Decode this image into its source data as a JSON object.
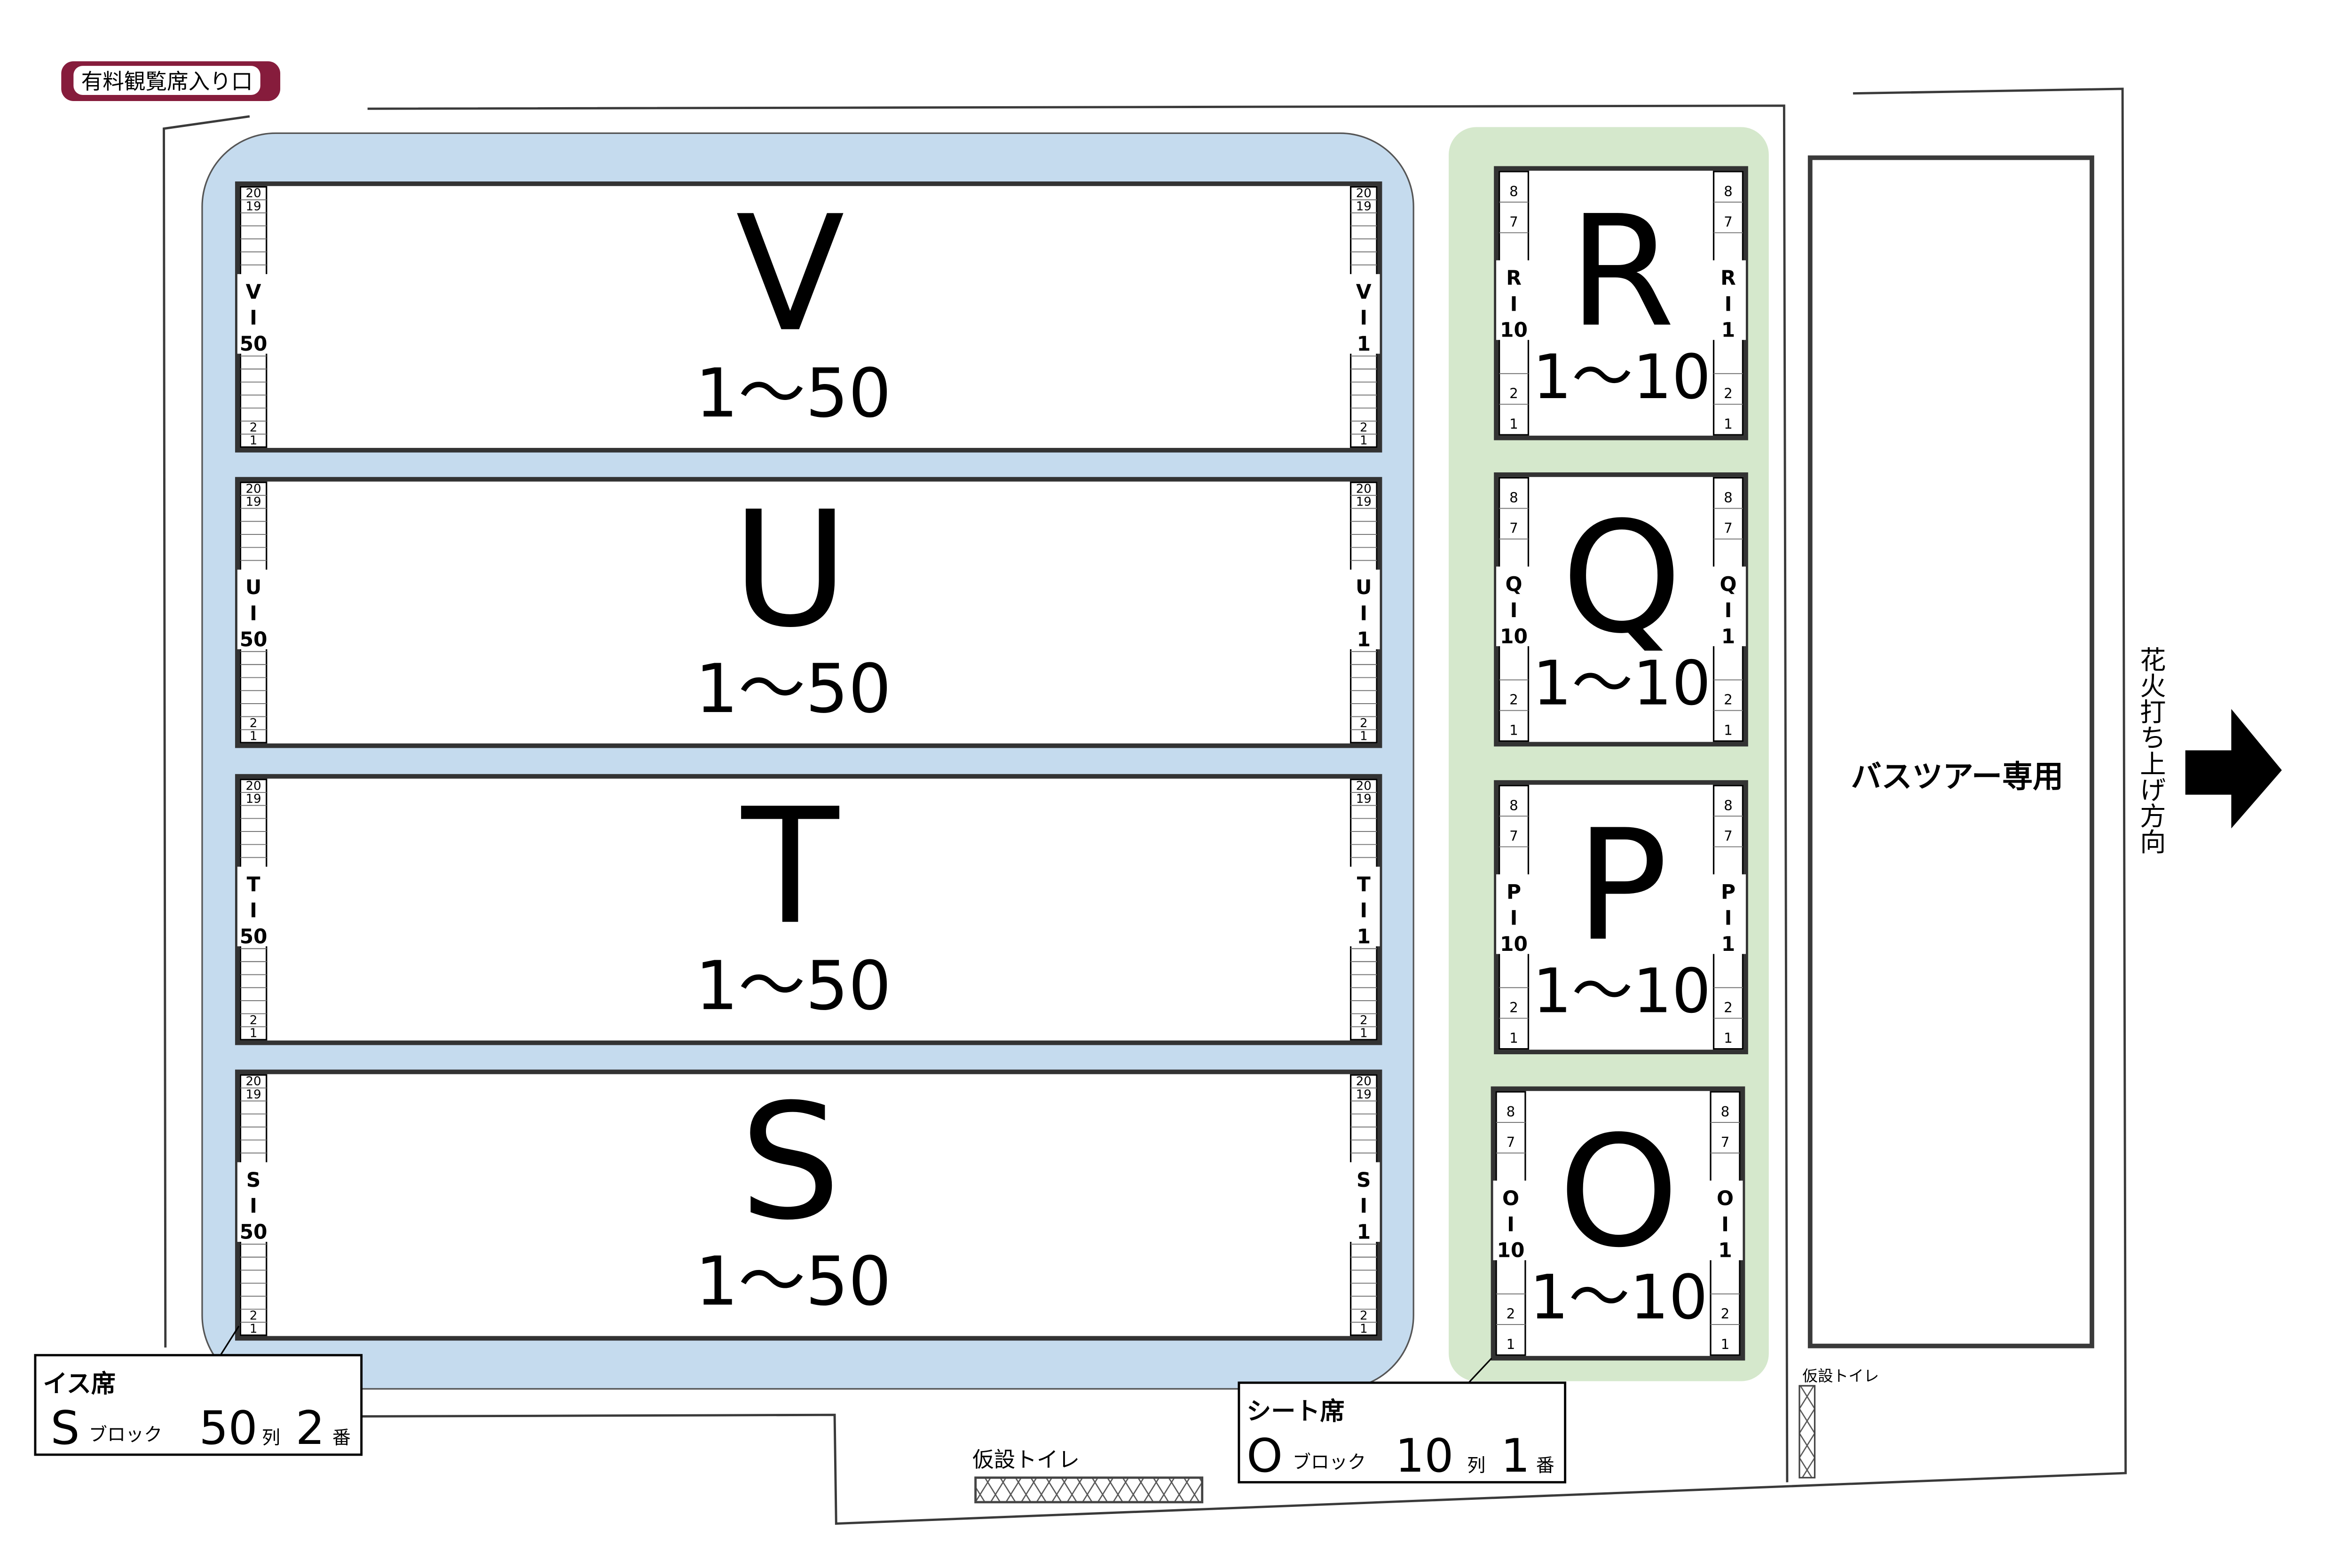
{
  "entrance_label": "有料観覧席入り口",
  "chair_blocks": [
    {
      "letter": "V",
      "range": "1〜50",
      "left_label": [
        "V",
        "I",
        "50"
      ],
      "right_label": [
        "V",
        "I",
        "1"
      ],
      "top_cells": [
        "20",
        "19"
      ],
      "bottom_cells": [
        "2",
        "1"
      ]
    },
    {
      "letter": "U",
      "range": "1〜50",
      "left_label": [
        "U",
        "I",
        "50"
      ],
      "right_label": [
        "U",
        "I",
        "1"
      ],
      "top_cells": [
        "20",
        "19"
      ],
      "bottom_cells": [
        "2",
        "1"
      ]
    },
    {
      "letter": "T",
      "range": "1〜50",
      "left_label": [
        "T",
        "I",
        "50"
      ],
      "right_label": [
        "T",
        "I",
        "1"
      ],
      "top_cells": [
        "20",
        "19"
      ],
      "bottom_cells": [
        "2",
        "1"
      ]
    },
    {
      "letter": "S",
      "range": "1〜50",
      "left_label": [
        "S",
        "I",
        "50"
      ],
      "right_label": [
        "S",
        "I",
        "1"
      ],
      "top_cells": [
        "20",
        "19"
      ],
      "bottom_cells": [
        "2",
        "1"
      ]
    }
  ],
  "sheet_blocks": [
    {
      "letter": "R",
      "range": "1〜10",
      "left_label": [
        "R",
        "I",
        "10"
      ],
      "right_label": [
        "R",
        "I",
        "1"
      ],
      "top_cells": [
        "8",
        "7"
      ],
      "bottom_cells": [
        "2",
        "1"
      ]
    },
    {
      "letter": "Q",
      "range": "1〜10",
      "left_label": [
        "Q",
        "I",
        "10"
      ],
      "right_label": [
        "Q",
        "I",
        "1"
      ],
      "top_cells": [
        "8",
        "7"
      ],
      "bottom_cells": [
        "2",
        "1"
      ]
    },
    {
      "letter": "P",
      "range": "1〜10",
      "left_label": [
        "P",
        "I",
        "10"
      ],
      "right_label": [
        "P",
        "I",
        "1"
      ],
      "top_cells": [
        "8",
        "7"
      ],
      "bottom_cells": [
        "2",
        "1"
      ]
    },
    {
      "letter": "O",
      "range": "1〜10",
      "left_label": [
        "O",
        "I",
        "10"
      ],
      "right_label": [
        "O",
        "I",
        "1"
      ],
      "top_cells": [
        "8",
        "7"
      ],
      "bottom_cells": [
        "2",
        "1"
      ]
    }
  ],
  "bus_area_label": "バスツアー専用",
  "fireworks_direction": "花火打ち上げ方向",
  "toilet_label": "仮設トイレ",
  "toilet_label_small": "仮設トイレ",
  "legend_chair": {
    "title": "イス席",
    "block": "S",
    "block_unit": "ブロック",
    "row": "50",
    "row_unit": "列",
    "seat": "2",
    "seat_unit": "番"
  },
  "legend_sheet": {
    "title": "シート席",
    "block": "O",
    "block_unit": "ブロック",
    "row": "10",
    "row_unit": "列",
    "seat": "1",
    "seat_unit": "番"
  },
  "colors": {
    "entrance": "#861c3c",
    "chair_area": "#c5dbee",
    "sheet_area": "#d5e8cc"
  }
}
